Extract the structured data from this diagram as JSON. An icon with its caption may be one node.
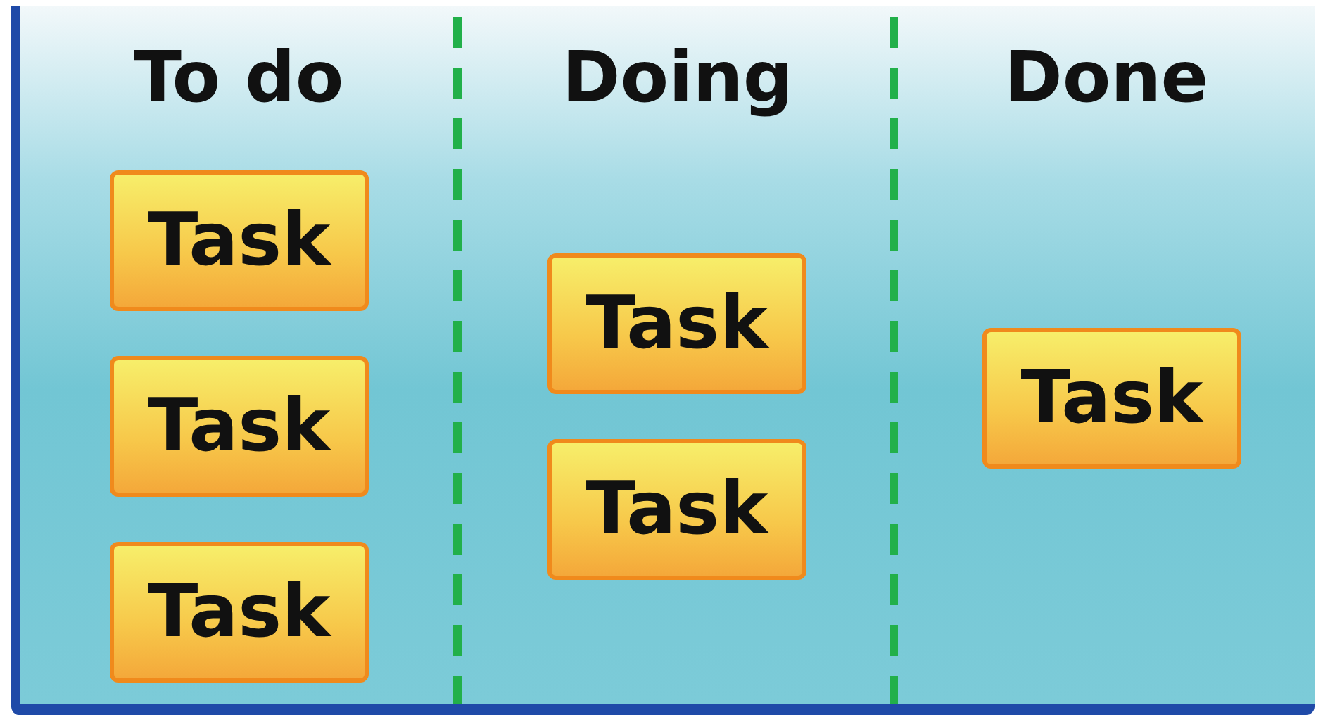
{
  "diagram": {
    "nodes": [
      {
        "text": [
          "To do"
        ]
      },
      {
        "text": [
          "Task"
        ],
        "in": 0
      },
      {
        "text": [
          "Task"
        ],
        "in": 0
      },
      {
        "text": [
          "Task"
        ],
        "in": 0
      },
      {
        "text": [
          "Doing"
        ]
      },
      {
        "text": [
          "Task"
        ],
        "in": 4
      },
      {
        "text": [
          "Task"
        ],
        "in": 4
      },
      {
        "text": [
          "Done"
        ]
      },
      {
        "text": [
          "Task"
        ],
        "in": 7
      }
    ],
    "edges": []
  }
}
